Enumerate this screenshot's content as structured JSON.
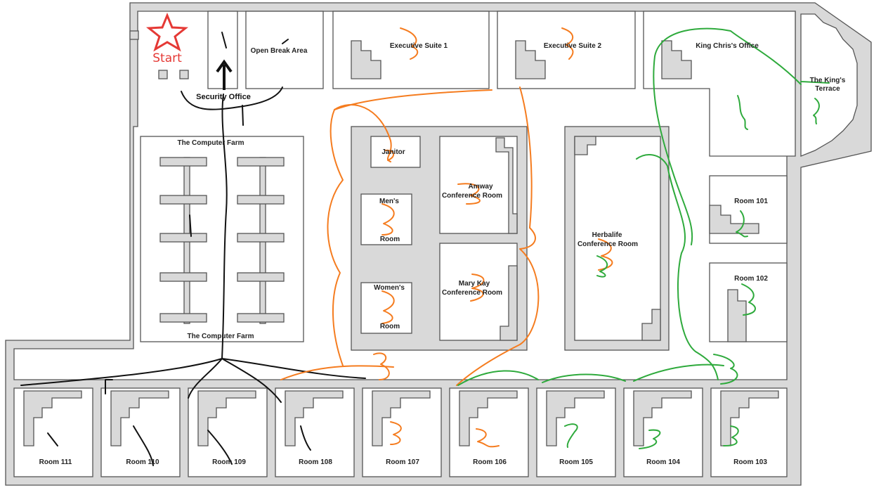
{
  "start": {
    "label": "Start"
  },
  "rooms": {
    "security_office": "Security Office",
    "open_break_area": "Open Break Area",
    "executive_suite_1": "Executive Suite 1",
    "executive_suite_2": "Executive Suite 2",
    "king_chris_office": "King Chris's Office",
    "kings_terrace_1": "The King's",
    "kings_terrace_2": "Terrace",
    "computer_farm_top": "The Computer Farm",
    "computer_farm_bottom": "The Computer Farm",
    "janitor": "Janitor",
    "mens_1": "Men's",
    "mens_2": "Room",
    "womens_1": "Women's",
    "womens_2": "Room",
    "amway_1": "Amway",
    "amway_2": "Conference Room",
    "mary_kay_1": "Mary Kay",
    "mary_kay_2": "Conference Room",
    "herbalife_1": "Herbalife",
    "herbalife_2": "Conference Room",
    "room_101": "Room 101",
    "room_102": "Room 102",
    "room_103": "Room 103",
    "room_104": "Room 104",
    "room_105": "Room 105",
    "room_106": "Room 106",
    "room_107": "Room 107",
    "room_108": "Room 108",
    "room_109": "Room 109",
    "room_110": "Room 110",
    "room_111": "Room 111"
  },
  "colors": {
    "start": "#e53935",
    "route_black": "#111111",
    "route_orange": "#f57c1f",
    "route_green": "#2eaa3c",
    "wall_fill": "#d9d9d9",
    "wall_line": "#555555"
  }
}
